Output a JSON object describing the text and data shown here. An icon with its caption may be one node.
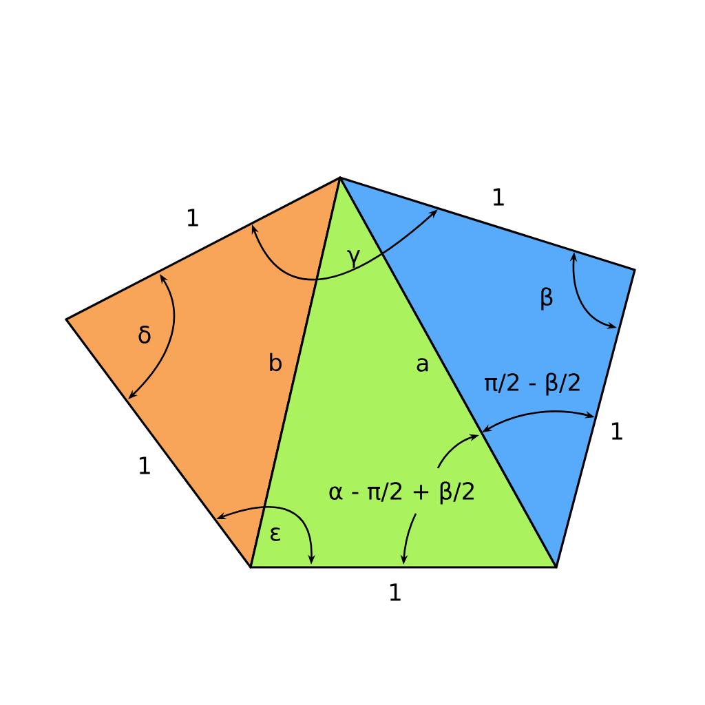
{
  "diagram": {
    "labels": [
      "1",
      "1",
      "γ",
      "β",
      "δ",
      "b",
      "a",
      "π/2 - β/2",
      "1",
      "1",
      "α - π/2 + β/2",
      "ε",
      "1"
    ]
  }
}
